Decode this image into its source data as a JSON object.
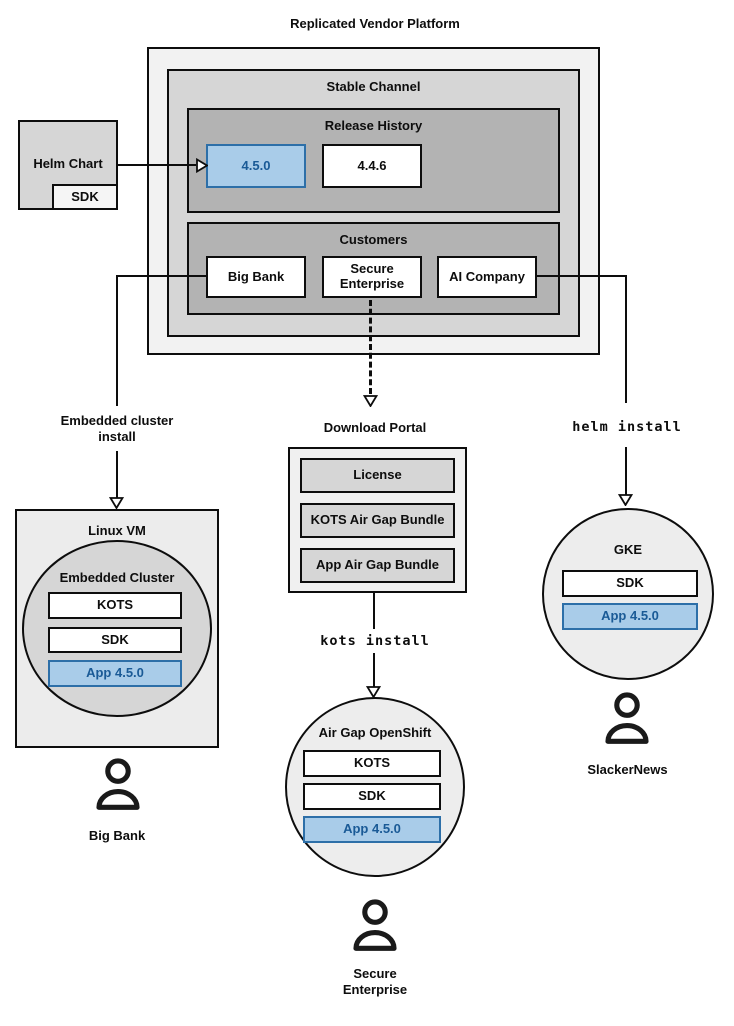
{
  "title": "Replicated Vendor Platform",
  "platform": {
    "stable_channel": "Stable Channel",
    "release_history": "Release History",
    "releases": [
      {
        "version": "4.5.0",
        "highlighted": true
      },
      {
        "version": "4.4.6",
        "highlighted": false
      }
    ],
    "customers_title": "Customers",
    "customers": [
      "Big Bank",
      "Secure Enterprise",
      "AI Company"
    ]
  },
  "helm_chart": {
    "label": "Helm Chart",
    "sdk": "SDK"
  },
  "flows": {
    "big_bank": {
      "install_label": "Embedded cluster install",
      "vm": "Linux VM",
      "cluster": "Embedded Cluster",
      "stack": [
        "KOTS",
        "SDK",
        "App 4.5.0"
      ],
      "user": "Big Bank"
    },
    "secure_enterprise": {
      "portal_title": "Download Portal",
      "portal_items": [
        "License",
        "KOTS Air Gap Bundle",
        "App Air Gap Bundle"
      ],
      "command": "kots install",
      "cluster": "Air Gap OpenShift",
      "stack": [
        "KOTS",
        "SDK",
        "App 4.5.0"
      ],
      "user": "Secure Enterprise"
    },
    "slackernews": {
      "command": "helm install",
      "cluster": "GKE",
      "stack": [
        "SDK",
        "App 4.5.0"
      ],
      "user": "SlackerNews"
    }
  },
  "colors": {
    "highlight_fill": "#A9CCE9",
    "highlight_border": "#2D6FA8",
    "highlight_text": "#1A5A96",
    "line": "#0D0D0D"
  }
}
